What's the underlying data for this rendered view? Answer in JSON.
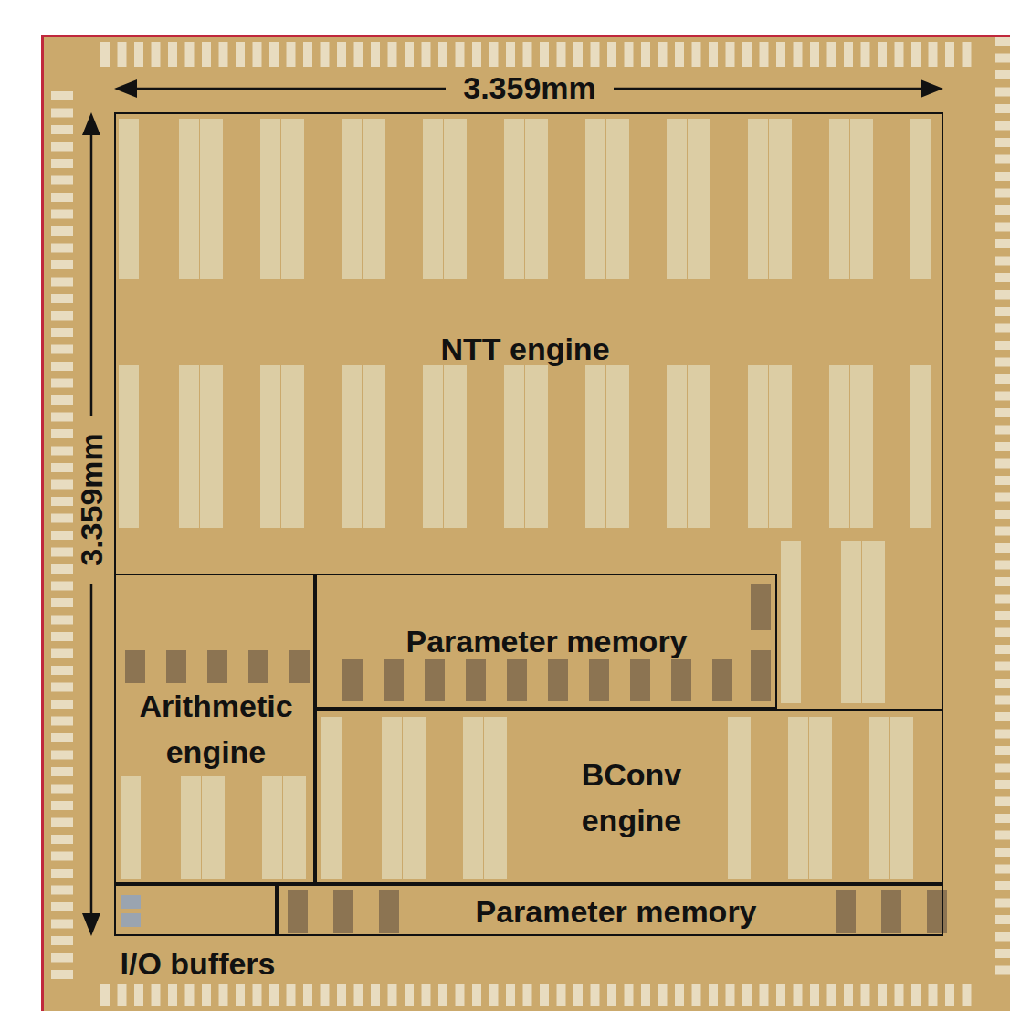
{
  "diagram": {
    "nodes": [
      {
        "text": [
          "NTT engine"
        ]
      },
      {
        "text": [
          "Arithmetic engine"
        ],
        "in": 0
      },
      {
        "text": [
          "Parameter memory"
        ],
        "in": 0
      },
      {
        "text": [
          "BConv engine"
        ],
        "in": 0
      },
      {
        "text": [
          "I/O buffers"
        ],
        "in": 0
      },
      {
        "text": [
          "Parameter memory"
        ],
        "in": 0
      }
    ],
    "edges": [],
    "labels": [
      "3.359mm",
      "3.359mm"
    ]
  }
}
